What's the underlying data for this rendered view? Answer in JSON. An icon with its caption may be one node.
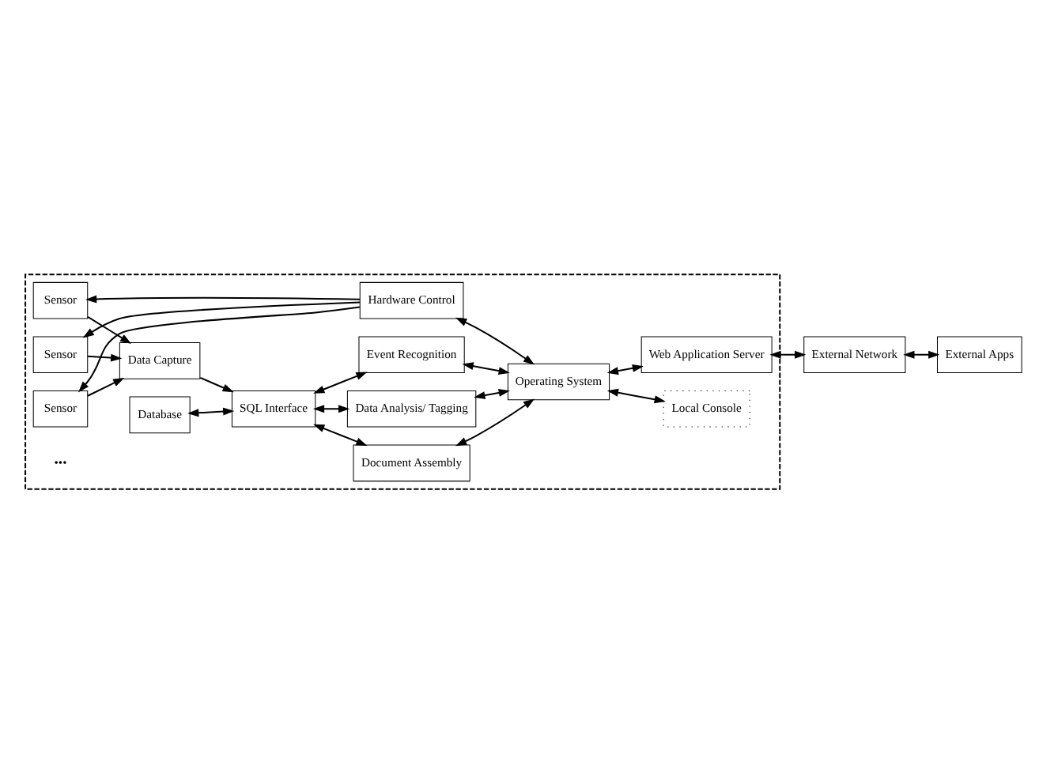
{
  "diagram": {
    "nodes": [
      {
        "text": [],
        "shape": "box"
      },
      {
        "text": [
          "Sensor"
        ],
        "in": 0
      },
      {
        "text": [
          "Sensor"
        ],
        "in": 0
      },
      {
        "text": [
          "Sensor"
        ],
        "in": 0
      },
      {
        "text": [
          "Data Capture"
        ],
        "in": 0
      },
      {
        "text": [
          "Hardware Control"
        ],
        "in": 0
      },
      {
        "text": [
          "SQL Interface"
        ],
        "in": 0
      },
      {
        "text": [
          "Document Assembly"
        ],
        "in": 0
      },
      {
        "text": [
          "Database"
        ],
        "in": 0
      },
      {
        "text": [
          "Operating System"
        ],
        "in": 0
      },
      {
        "text": [
          "Data Analysis/ Tagging"
        ],
        "in": 0
      },
      {
        "text": [
          "Event Recognition"
        ],
        "in": 0
      },
      {
        "text": [
          "Local Console"
        ],
        "in": 0
      },
      {
        "text": [
          "Web Application Server"
        ],
        "in": 0
      },
      {
        "text": [
          "External Network"
        ]
      },
      {
        "text": [
          "External Apps"
        ]
      }
    ],
    "edges": [
      {
        "from": 1,
        "to": 4,
        "arrow": "to"
      },
      {
        "from": 2,
        "to": 4,
        "arrow": "to"
      },
      {
        "from": 3,
        "to": 4,
        "arrow": "to"
      },
      {
        "from": 5,
        "to": 1,
        "arrow": "to"
      },
      {
        "from": 5,
        "to": 2,
        "arrow": "to"
      },
      {
        "from": 5,
        "to": 3,
        "arrow": "to"
      },
      {
        "from": 4,
        "to": 6,
        "arrow": "to"
      },
      {
        "from": 5,
        "to": 9,
        "arrow": "both"
      },
      {
        "from": 8,
        "to": 6,
        "arrow": "both"
      },
      {
        "from": 6,
        "to": 7,
        "arrow": "both"
      },
      {
        "from": 7,
        "to": 9,
        "arrow": "both"
      },
      {
        "from": 6,
        "to": 10,
        "arrow": "both"
      },
      {
        "from": 10,
        "to": 9,
        "arrow": "both"
      },
      {
        "from": 6,
        "to": 11,
        "arrow": "both"
      },
      {
        "from": 11,
        "to": 9,
        "arrow": "both"
      },
      {
        "from": 9,
        "to": 13,
        "arrow": "both"
      },
      {
        "from": 9,
        "to": 12,
        "arrow": "both"
      },
      {
        "from": 13,
        "to": 14,
        "arrow": "both"
      },
      {
        "from": 14,
        "to": 15,
        "arrow": "both"
      }
    ],
    "labels": [
      "•••"
    ]
  }
}
